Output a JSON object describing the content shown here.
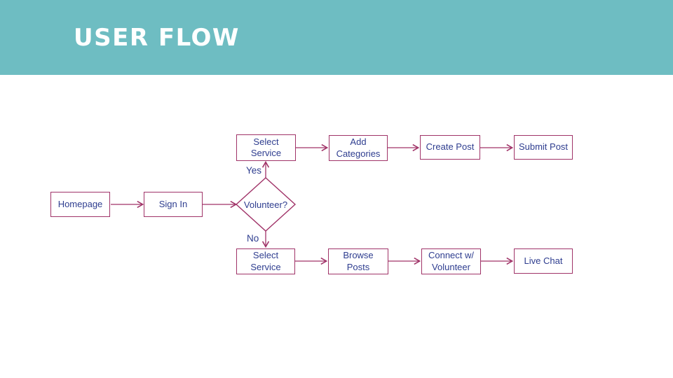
{
  "header": {
    "title": "USER FLOW",
    "background_color": "#6EBDC2",
    "title_color": "#FFFFFF"
  },
  "flow": {
    "colors": {
      "node_border": "#A03368",
      "node_text": "#2E3D8F",
      "arrow": "#A03368",
      "slide_background": "#FFFFFF"
    },
    "nodes": [
      {
        "id": "homepage",
        "label": "Homepage",
        "type": "process"
      },
      {
        "id": "sign-in",
        "label": "Sign In",
        "type": "process"
      },
      {
        "id": "volunteer",
        "label": "Volunteer?",
        "type": "decision"
      },
      {
        "id": "select-service-yes",
        "label": "Select Service",
        "type": "process"
      },
      {
        "id": "add-categories",
        "label": "Add Categories",
        "type": "process"
      },
      {
        "id": "create-post",
        "label": "Create Post",
        "type": "process"
      },
      {
        "id": "submit-post",
        "label": "Submit Post",
        "type": "process"
      },
      {
        "id": "select-service-no",
        "label": "Select Service",
        "type": "process"
      },
      {
        "id": "browse-posts",
        "label": "Browse Posts",
        "type": "process"
      },
      {
        "id": "connect-volunteer",
        "label": "Connect w/ Volunteer",
        "type": "process"
      },
      {
        "id": "live-chat",
        "label": "Live Chat",
        "type": "process"
      }
    ],
    "branch_labels": {
      "yes": "Yes",
      "no": "No"
    },
    "edges": [
      {
        "from": "homepage",
        "to": "sign-in"
      },
      {
        "from": "sign-in",
        "to": "volunteer"
      },
      {
        "from": "volunteer",
        "to": "select-service-yes",
        "label": "Yes"
      },
      {
        "from": "select-service-yes",
        "to": "add-categories"
      },
      {
        "from": "add-categories",
        "to": "create-post"
      },
      {
        "from": "create-post",
        "to": "submit-post"
      },
      {
        "from": "volunteer",
        "to": "select-service-no",
        "label": "No"
      },
      {
        "from": "select-service-no",
        "to": "browse-posts"
      },
      {
        "from": "browse-posts",
        "to": "connect-volunteer"
      },
      {
        "from": "connect-volunteer",
        "to": "live-chat"
      }
    ]
  }
}
